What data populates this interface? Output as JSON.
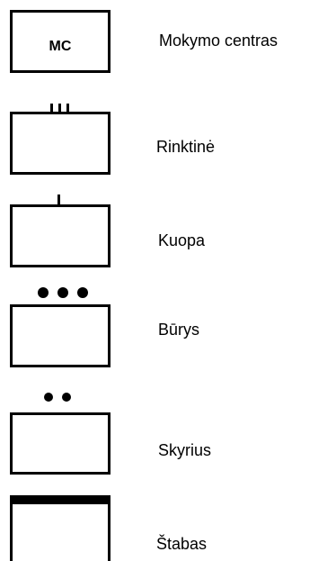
{
  "legend": {
    "items": [
      {
        "symbol": "training-center",
        "box_text": "MC",
        "label": "Mokymo centras"
      },
      {
        "symbol": "team",
        "label": "Rinktinė"
      },
      {
        "symbol": "company",
        "label": "Kuopa"
      },
      {
        "symbol": "platoon",
        "label": "Būrys"
      },
      {
        "symbol": "section",
        "label": "Skyrius"
      },
      {
        "symbol": "headquarters",
        "label": "Štabas"
      }
    ]
  },
  "colors": {
    "line": "#000000",
    "background": "#ffffff"
  }
}
